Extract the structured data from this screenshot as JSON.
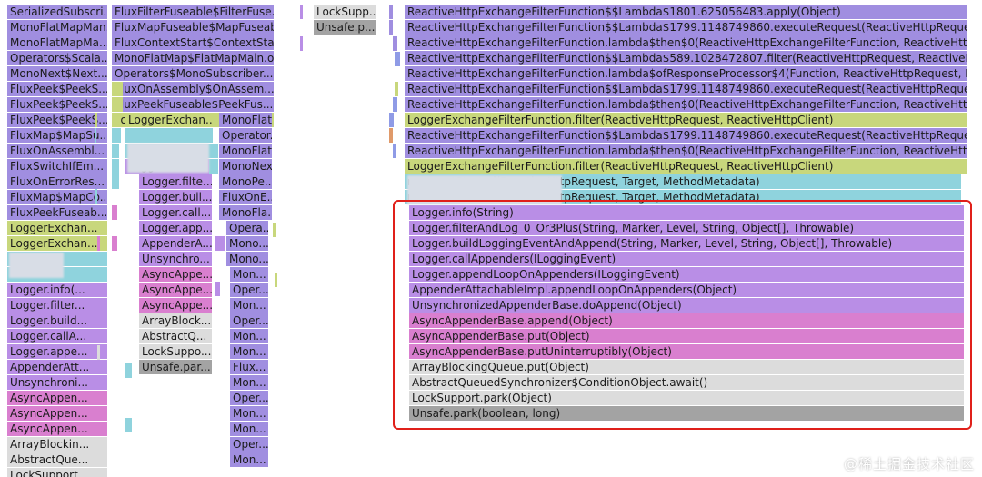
{
  "colors": {
    "purple": "#a08ee0",
    "violet": "#b98ee6",
    "pink": "#d97fcf",
    "lime": "#c8d77c",
    "cyan": "#8fd3dd",
    "gray": "#dcdcdc",
    "dark": "#a3a3a3",
    "blue": "#8f9be6",
    "orange": "#e09a6a",
    "border": "#e0201a"
  },
  "watermark": "@稀土掘金技术社区",
  "frames": [
    {
      "t": "SerializedSubscri...",
      "c": "purple"
    },
    {
      "t": "MonoFlatMapMan...",
      "c": "purple"
    },
    {
      "t": "MonoFlatMapMa...",
      "c": "purple"
    },
    {
      "t": "Operators$Scala...",
      "c": "purple"
    },
    {
      "t": "MonoNext$Next...",
      "c": "purple"
    },
    {
      "t": "FluxPeek$PeekS...",
      "c": "purple"
    },
    {
      "t": "FluxPeek$PeekS...",
      "c": "purple"
    },
    {
      "t": "FluxPeek$PeekS...",
      "c": "purple"
    },
    {
      "t": "FluxMap$MapSu...",
      "c": "purple"
    },
    {
      "t": "FluxOnAssembl...",
      "c": "purple"
    },
    {
      "t": "FluxSwitchIfEm...",
      "c": "purple"
    },
    {
      "t": "FluxOnErrorRes...",
      "c": "purple"
    },
    {
      "t": "FluxMap$MapCo...",
      "c": "purple"
    },
    {
      "t": "FluxPeekFuseab...",
      "c": "purple"
    },
    {
      "t": "LoggerExchan...",
      "c": "lime"
    },
    {
      "t": "LoggerExchan...",
      "c": "lime"
    },
    {
      "t": "",
      "c": "cyan"
    },
    {
      "t": "",
      "c": "cyan"
    },
    {
      "t": "Logger.info(...",
      "c": "violet"
    },
    {
      "t": "Logger.filter...",
      "c": "violet"
    },
    {
      "t": "Logger.build...",
      "c": "violet"
    },
    {
      "t": "Logger.callA...",
      "c": "violet"
    },
    {
      "t": "Logger.appe...",
      "c": "violet"
    },
    {
      "t": "AppenderAtt...",
      "c": "violet"
    },
    {
      "t": "Unsynchroni...",
      "c": "violet"
    },
    {
      "t": "AsyncAppen...",
      "c": "pink"
    },
    {
      "t": "AsyncAppen...",
      "c": "pink"
    },
    {
      "t": "AsyncAppen...",
      "c": "pink"
    },
    {
      "t": "ArrayBlockin...",
      "c": "gray"
    },
    {
      "t": "AbstractQue...",
      "c": "gray"
    },
    {
      "t": "LockSupport...",
      "c": "gray"
    },
    {
      "t": "FluxFilterFuseable$FilterFuse...",
      "c": "purple"
    },
    {
      "t": "FluxMapFuseable$MapFuseable...",
      "c": "purple"
    },
    {
      "t": "FluxContextStart$ContextSta...",
      "c": "purple"
    },
    {
      "t": "MonoFlatMap$FlatMapMain.o...",
      "c": "purple"
    },
    {
      "t": "Operators$MonoSubscriber....",
      "c": "purple"
    },
    {
      "t": "FluxOnAssembly$OnAssem...",
      "c": "purple"
    },
    {
      "t": "FluxPeekFuseable$PeekFus...",
      "c": "purple"
    },
    {
      "t": "LoggerExchan...",
      "c": "lime"
    },
    {
      "t": "LoggerExchan...",
      "c": "lime"
    },
    {
      "t": "",
      "c": "cyan"
    },
    {
      "t": "",
      "c": "cyan"
    },
    {
      "t": "Logger.info...",
      "c": "violet"
    },
    {
      "t": "Logger.filte...",
      "c": "violet"
    },
    {
      "t": "Logger.buil...",
      "c": "violet"
    },
    {
      "t": "Logger.call...",
      "c": "violet"
    },
    {
      "t": "Logger.app...",
      "c": "violet"
    },
    {
      "t": "AppenderA...",
      "c": "violet"
    },
    {
      "t": "Unsynchro...",
      "c": "violet"
    },
    {
      "t": "AsyncAppe...",
      "c": "pink"
    },
    {
      "t": "AsyncAppe...",
      "c": "pink"
    },
    {
      "t": "AsyncAppe...",
      "c": "pink"
    },
    {
      "t": "ArrayBlock...",
      "c": "gray"
    },
    {
      "t": "AbstractQ...",
      "c": "gray"
    },
    {
      "t": "LockSuppo...",
      "c": "gray"
    },
    {
      "t": "Unsafe.par...",
      "c": "dark"
    },
    {
      "t": "MonoFlat...",
      "c": "purple"
    },
    {
      "t": "Operator...",
      "c": "purple"
    },
    {
      "t": "MonoFlat...",
      "c": "purple"
    },
    {
      "t": "MonoNex...",
      "c": "purple"
    },
    {
      "t": "MonoPe...",
      "c": "purple"
    },
    {
      "t": "FluxOnE...",
      "c": "purple"
    },
    {
      "t": "MonoFla...",
      "c": "purple"
    },
    {
      "t": "Opera...",
      "c": "purple"
    },
    {
      "t": "Mono...",
      "c": "purple"
    },
    {
      "t": "Mono...",
      "c": "purple"
    },
    {
      "t": "Mon...",
      "c": "purple"
    },
    {
      "t": "Oper...",
      "c": "purple"
    },
    {
      "t": "Mon...",
      "c": "purple"
    },
    {
      "t": "Oper...",
      "c": "purple"
    },
    {
      "t": "Mon...",
      "c": "purple"
    },
    {
      "t": "Mon...",
      "c": "purple"
    },
    {
      "t": "Flux...",
      "c": "purple"
    },
    {
      "t": "Mon...",
      "c": "purple"
    },
    {
      "t": "Oper...",
      "c": "purple"
    },
    {
      "t": "Mon...",
      "c": "purple"
    },
    {
      "t": "Mon...",
      "c": "purple"
    },
    {
      "t": "Oper...",
      "c": "purple"
    },
    {
      "t": "Mon...",
      "c": "purple"
    },
    {
      "t": "LockSupp...",
      "c": "gray"
    },
    {
      "t": "Unsafe.p...",
      "c": "dark"
    },
    {
      "t": "ReactiveHttpExchangeFilterFunction$$Lambda$1801.625056483.apply(Object)",
      "c": "purple"
    },
    {
      "t": "ReactiveHttpExchangeFilterFunction$$Lambda$1799.1148749860.executeRequest(ReactiveHttpRequest)",
      "c": "purple"
    },
    {
      "t": "ReactiveHttpExchangeFilterFunction.lambda$then$0(ReactiveHttpExchangeFilterFunction, ReactiveHttpCli...",
      "c": "purple"
    },
    {
      "t": "ReactiveHttpExchangeFilterFunction$$Lambda$589.1028472807.filter(ReactiveHttpRequest, ReactiveHttp...",
      "c": "purple"
    },
    {
      "t": "ReactiveHttpExchangeFilterFunction.lambda$ofResponseProcessor$4(Function, ReactiveHttpRequest, Rea...",
      "c": "purple"
    },
    {
      "t": "ReactiveHttpExchangeFilterFunction$$Lambda$1799.1148749860.executeRequest(ReactiveHttpRequest)",
      "c": "purple"
    },
    {
      "t": "ReactiveHttpExchangeFilterFunction.lambda$then$0(ReactiveHttpExchangeFilterFunction, ReactiveHttpCli...",
      "c": "purple"
    },
    {
      "t": "LoggerExchangeFilterFunction.filter(ReactiveHttpRequest, ReactiveHttpClient)",
      "c": "lime"
    },
    {
      "t": "ReactiveHttpExchangeFilterFunction$$Lambda$1799.1148749860.executeRequest(ReactiveHttpRequest)",
      "c": "purple"
    },
    {
      "t": "ReactiveHttpExchangeFilterFunction.lambda$then$0(ReactiveHttpExchangeFilterFunction, ReactiveHttpCli...",
      "c": "purple"
    },
    {
      "t": "LoggerExchangeFilterFunction.filter(ReactiveHttpRequest, ReactiveHttpClient)",
      "c": "lime"
    },
    {
      "t": "r.requestStarted(ReactiveHttpRequest, Target, MethodMetadata)",
      "c": "cyan"
    },
    {
      "t": "r.requestStarted(ReactiveHttpRequest, Target, MethodMetadata)",
      "c": "cyan"
    },
    {
      "t": "Logger.info(String)",
      "c": "violet"
    },
    {
      "t": "Logger.filterAndLog_0_Or3Plus(String, Marker, Level, String, Object[], Throwable)",
      "c": "violet"
    },
    {
      "t": "Logger.buildLoggingEventAndAppend(String, Marker, Level, String, Object[], Throwable)",
      "c": "violet"
    },
    {
      "t": "Logger.callAppenders(ILoggingEvent)",
      "c": "violet"
    },
    {
      "t": "Logger.appendLoopOnAppenders(ILoggingEvent)",
      "c": "violet"
    },
    {
      "t": "AppenderAttachableImpl.appendLoopOnAppenders(Object)",
      "c": "violet"
    },
    {
      "t": "UnsynchronizedAppenderBase.doAppend(Object)",
      "c": "violet"
    },
    {
      "t": "AsyncAppenderBase.append(Object)",
      "c": "pink"
    },
    {
      "t": "AsyncAppenderBase.put(Object)",
      "c": "pink"
    },
    {
      "t": "AsyncAppenderBase.putUninterruptibly(Object)",
      "c": "pink"
    },
    {
      "t": "ArrayBlockingQueue.put(Object)",
      "c": "gray"
    },
    {
      "t": "AbstractQueuedSynchronizer$ConditionObject.await()",
      "c": "gray"
    },
    {
      "t": "LockSupport.park(Object)",
      "c": "gray"
    },
    {
      "t": "Unsafe.park(boolean, long)",
      "c": "dark"
    }
  ]
}
